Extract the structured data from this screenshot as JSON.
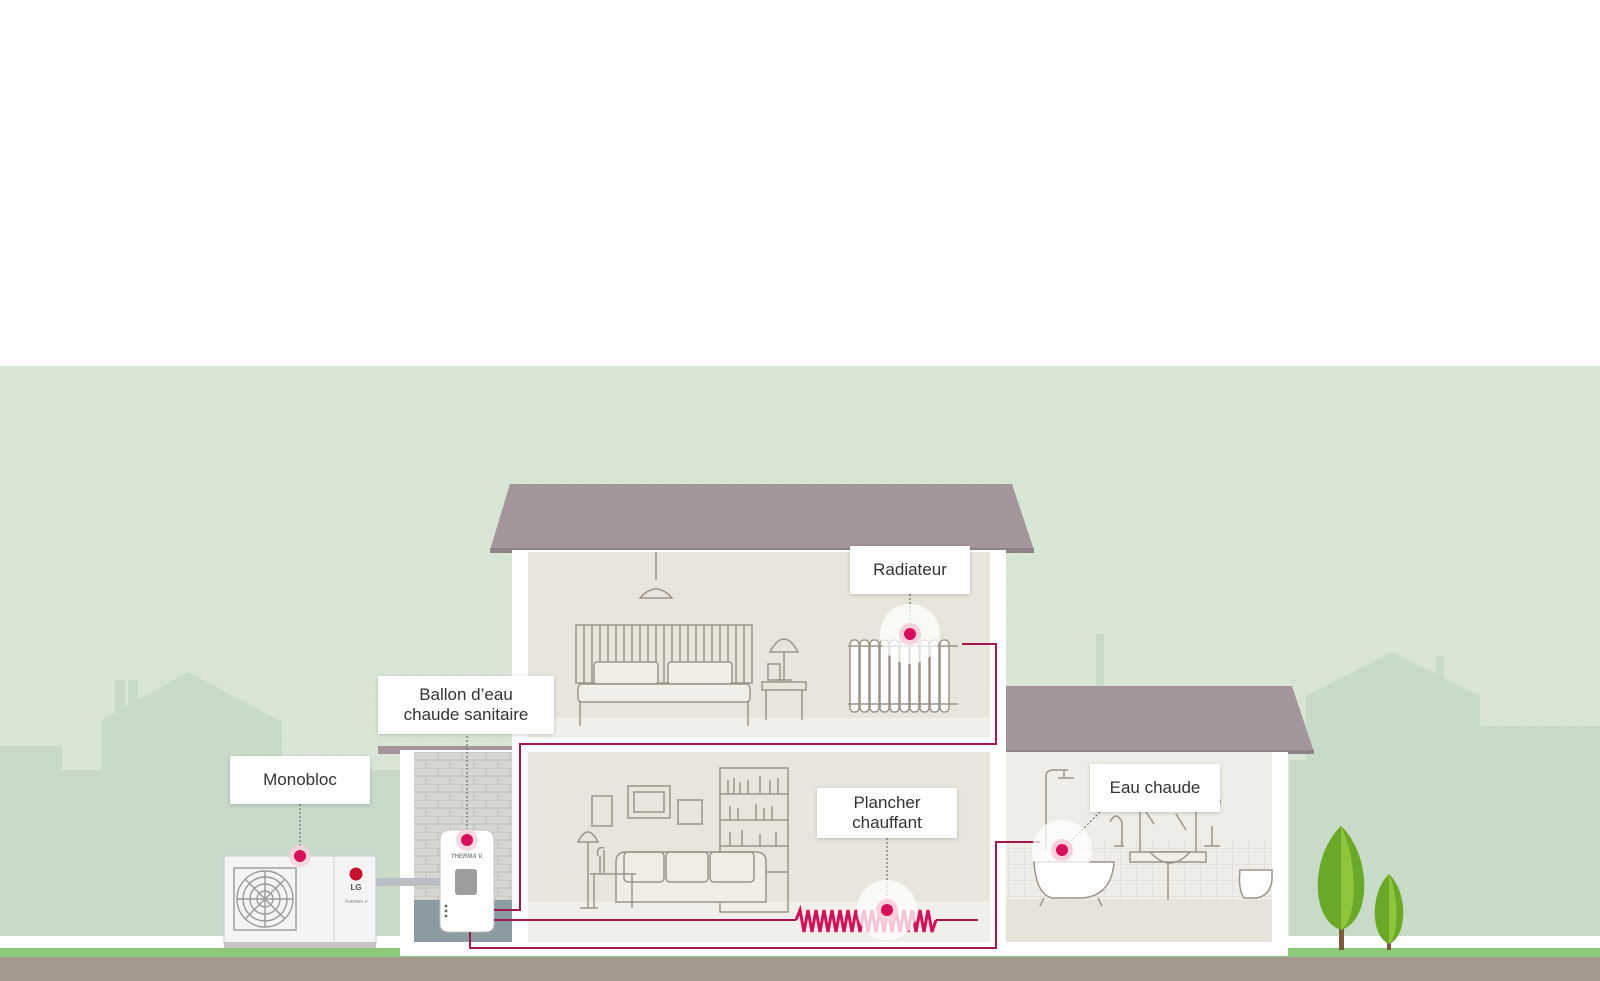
{
  "colors": {
    "accent": "#d60f5a",
    "pipe": "#a3174f",
    "sky": "#d9e6d6",
    "roof": "#a39598",
    "grass": "#8cc878",
    "soil": "#a59a8e",
    "tree": "#6aa828"
  },
  "labels": {
    "monobloc": "Monobloc",
    "ballon_line1": "Ballon d’eau",
    "ballon_line2": "chaude sanitaire",
    "radiateur": "Radiateur",
    "plancher_line1": "Plancher",
    "plancher_line2": "chauffant",
    "eau_chaude": "Eau chaude"
  },
  "unit": {
    "brand": "LG",
    "model": "THERMA V"
  },
  "tank": {
    "model": "THERMA V."
  },
  "icons": [
    "hotspot-dot-icon",
    "fan-icon",
    "lg-logo-icon",
    "tree-icon"
  ]
}
